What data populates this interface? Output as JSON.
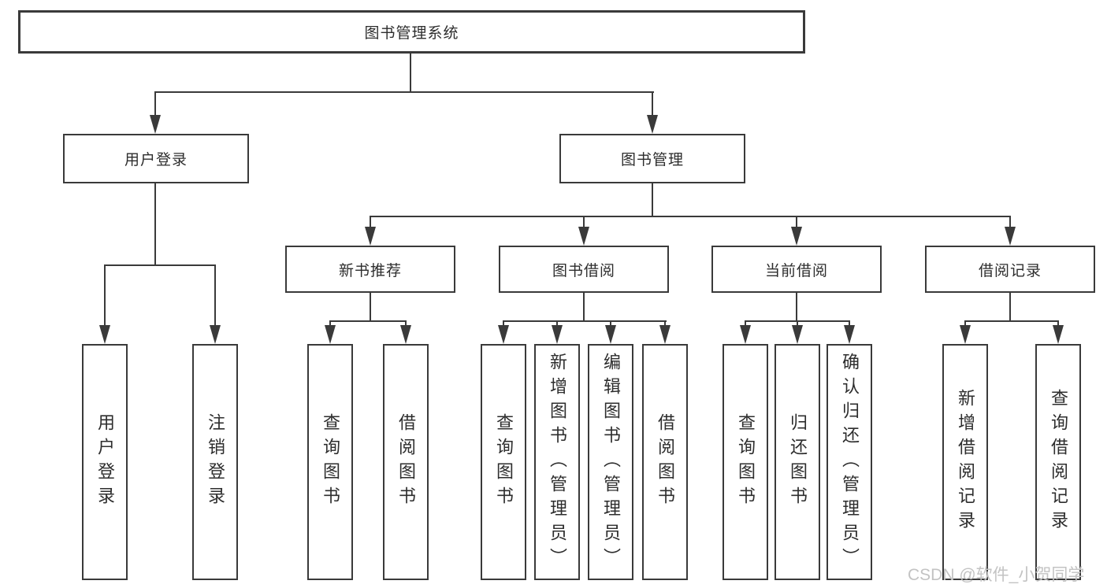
{
  "tree": {
    "root": {
      "label": "图书管理系统"
    },
    "branches": [
      {
        "label": "用户登录",
        "leaves": [
          "用户登录",
          "注销登录"
        ]
      },
      {
        "label": "图书管理",
        "groups": [
          {
            "label": "新书推荐",
            "leaves": [
              "查询图书",
              "借阅图书"
            ]
          },
          {
            "label": "图书借阅",
            "leaves": [
              "查询图书",
              "新增图书（管理员）",
              "编辑图书（管理员）",
              "借阅图书"
            ]
          },
          {
            "label": "当前借阅",
            "leaves": [
              "查询图书",
              "归还图书",
              "确认归还（管理员）"
            ]
          },
          {
            "label": "借阅记录",
            "leaves": [
              "新增借阅记录",
              "查询借阅记录"
            ]
          }
        ]
      }
    ]
  },
  "watermark": {
    "text": "CSDN @软件_小贺同学"
  },
  "colors": {
    "line": "#3a3a3a",
    "text": "#2d2d2d",
    "watermark": "#c3c3c3",
    "background": "#ffffff"
  }
}
